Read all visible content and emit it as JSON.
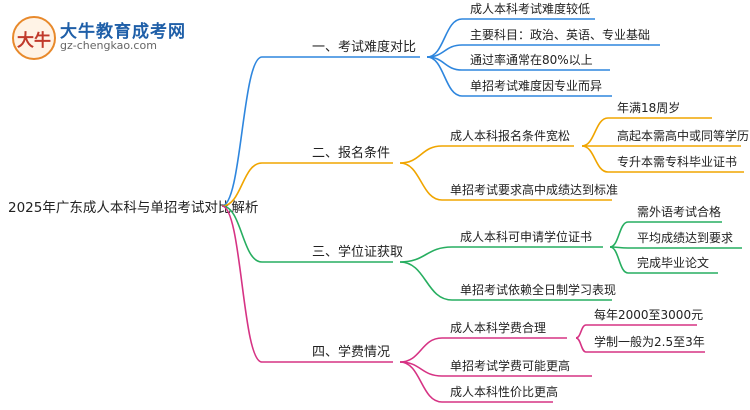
{
  "brand": {
    "title": "大牛教育成考网",
    "url": "gz-chengkao.com"
  },
  "root": "2025年广东成人本科与单招考试对比解析",
  "colors": [
    "#2e86de",
    "#f0a500",
    "#27ae60",
    "#d63384"
  ],
  "branches": [
    {
      "label": "一、考试难度对比",
      "children": [
        {
          "label": "成人本科考试难度较低"
        },
        {
          "label": "主要科目：政治、英语、专业基础"
        },
        {
          "label": "通过率通常在80%以上"
        },
        {
          "label": "单招考试难度因专业而异"
        }
      ]
    },
    {
      "label": "二、报名条件",
      "children": [
        {
          "label": "成人本科报名条件宽松",
          "children": [
            {
              "label": "年满18周岁"
            },
            {
              "label": "高起本需高中或同等学历"
            },
            {
              "label": "专升本需专科毕业证书"
            }
          ]
        },
        {
          "label": "单招考试要求高中成绩达到标准"
        }
      ]
    },
    {
      "label": "三、学位证获取",
      "children": [
        {
          "label": "成人本科可申请学位证书",
          "children": [
            {
              "label": "需外语考试合格"
            },
            {
              "label": "平均成绩达到要求"
            },
            {
              "label": "完成毕业论文"
            }
          ]
        },
        {
          "label": "单招考试依赖全日制学习表现"
        }
      ]
    },
    {
      "label": "四、学费情况",
      "children": [
        {
          "label": "成人本科学费合理",
          "children": [
            {
              "label": "每年2000至3000元"
            },
            {
              "label": "学制一般为2.5至3年"
            }
          ]
        },
        {
          "label": "单招考试学费可能更高"
        },
        {
          "label": "成人本科性价比更高"
        }
      ]
    }
  ]
}
